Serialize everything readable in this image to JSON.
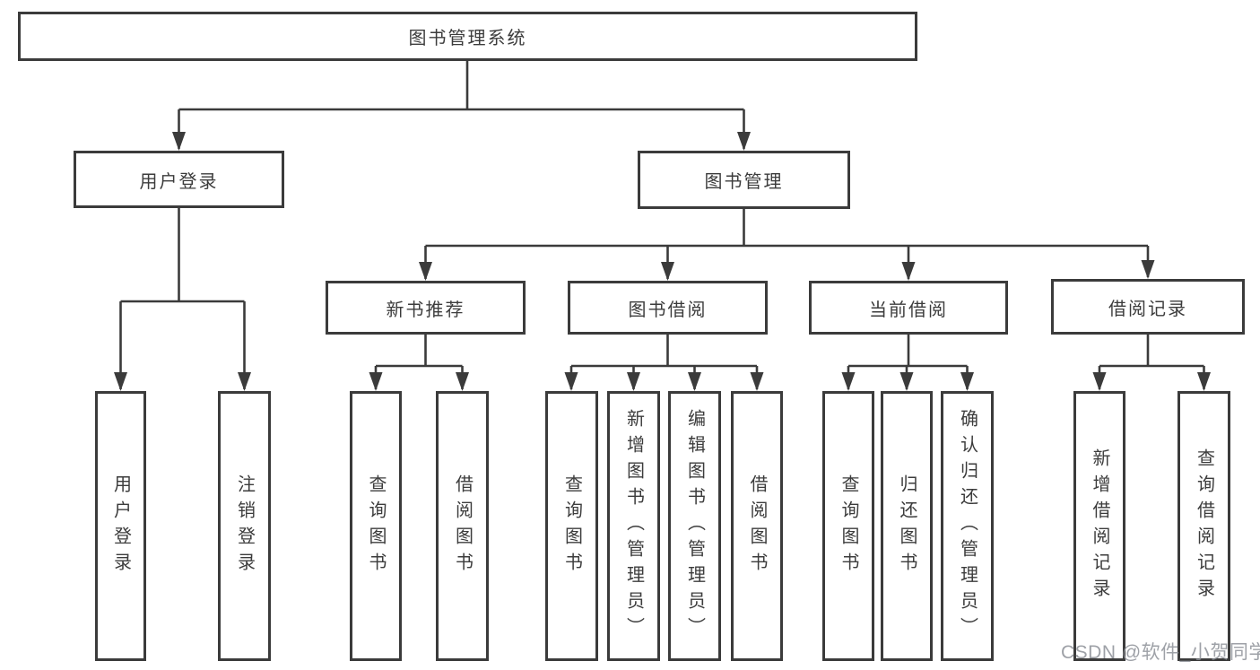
{
  "diagram": {
    "root": {
      "label": "图书管理系统",
      "children": [
        {
          "label": "用户登录",
          "children": [
            {
              "label": "用户登录"
            },
            {
              "label": "注销登录"
            }
          ]
        },
        {
          "label": "图书管理",
          "children": [
            {
              "label": "新书推荐",
              "children": [
                {
                  "label": "查询图书"
                },
                {
                  "label": "借阅图书"
                }
              ]
            },
            {
              "label": "图书借阅",
              "children": [
                {
                  "label": "查询图书"
                },
                {
                  "label": "新增图书（管理员）"
                },
                {
                  "label": "编辑图书（管理员）"
                },
                {
                  "label": "借阅图书"
                }
              ]
            },
            {
              "label": "当前借阅",
              "children": [
                {
                  "label": "查询图书"
                },
                {
                  "label": "归还图书"
                },
                {
                  "label": "确认归还（管理员）"
                }
              ]
            },
            {
              "label": "借阅记录",
              "children": [
                {
                  "label": "新增借阅记录"
                },
                {
                  "label": "查询借阅记录"
                }
              ]
            }
          ]
        }
      ]
    },
    "line_color": "#3b3b3b"
  },
  "watermark": {
    "text": "CSDN @软件_小贺同学"
  }
}
